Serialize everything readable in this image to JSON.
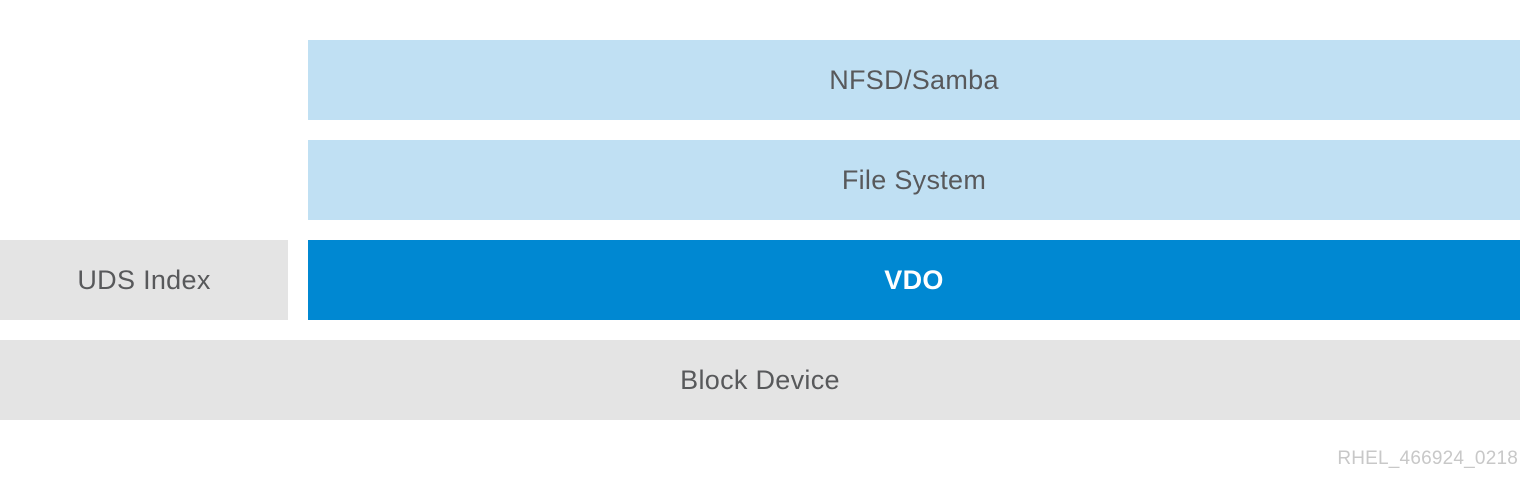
{
  "layers": {
    "nfsd_samba": "NFSD/Samba",
    "file_system": "File System",
    "uds_index": "UDS Index",
    "vdo": "VDO",
    "block_device": "Block Device"
  },
  "figure_id": "RHEL_466924_0218",
  "colors": {
    "light_blue": "#c0e0f3",
    "vdo_blue": "#0088d2",
    "gray": "#e4e4e4",
    "text": "#58595b",
    "figure_id_text": "#c8c8c8"
  }
}
